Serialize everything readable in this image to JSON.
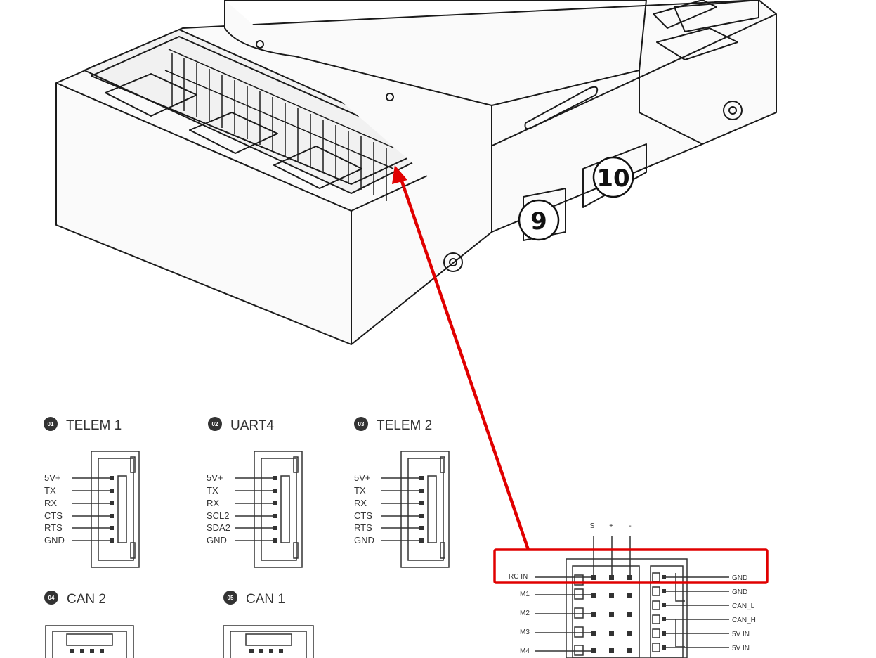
{
  "callouts": {
    "port9": "9",
    "port10": "10"
  },
  "connectors": [
    {
      "index": "01",
      "title": "TELEM 1",
      "pins": [
        "5V+",
        "TX",
        "RX",
        "CTS",
        "RTS",
        "GND"
      ]
    },
    {
      "index": "02",
      "title": "UART4",
      "pins": [
        "5V+",
        "TX",
        "RX",
        "SCL2",
        "SDA2",
        "GND"
      ]
    },
    {
      "index": "03",
      "title": "TELEM 2",
      "pins": [
        "5V+",
        "TX",
        "RX",
        "CTS",
        "RTS",
        "GND"
      ]
    },
    {
      "index": "04",
      "title": "CAN 2"
    },
    {
      "index": "05",
      "title": "CAN 1"
    }
  ],
  "rail_header": {
    "top_labels": [
      "S",
      "+",
      "-"
    ],
    "left_labels": [
      "RC IN",
      "M1",
      "M2",
      "M3",
      "M4"
    ],
    "right_labels": [
      "GND",
      "GND",
      "CAN_L",
      "CAN_H",
      "5V IN",
      "5V IN"
    ]
  },
  "colors": {
    "highlight": "#e00000",
    "line": "#222222"
  }
}
